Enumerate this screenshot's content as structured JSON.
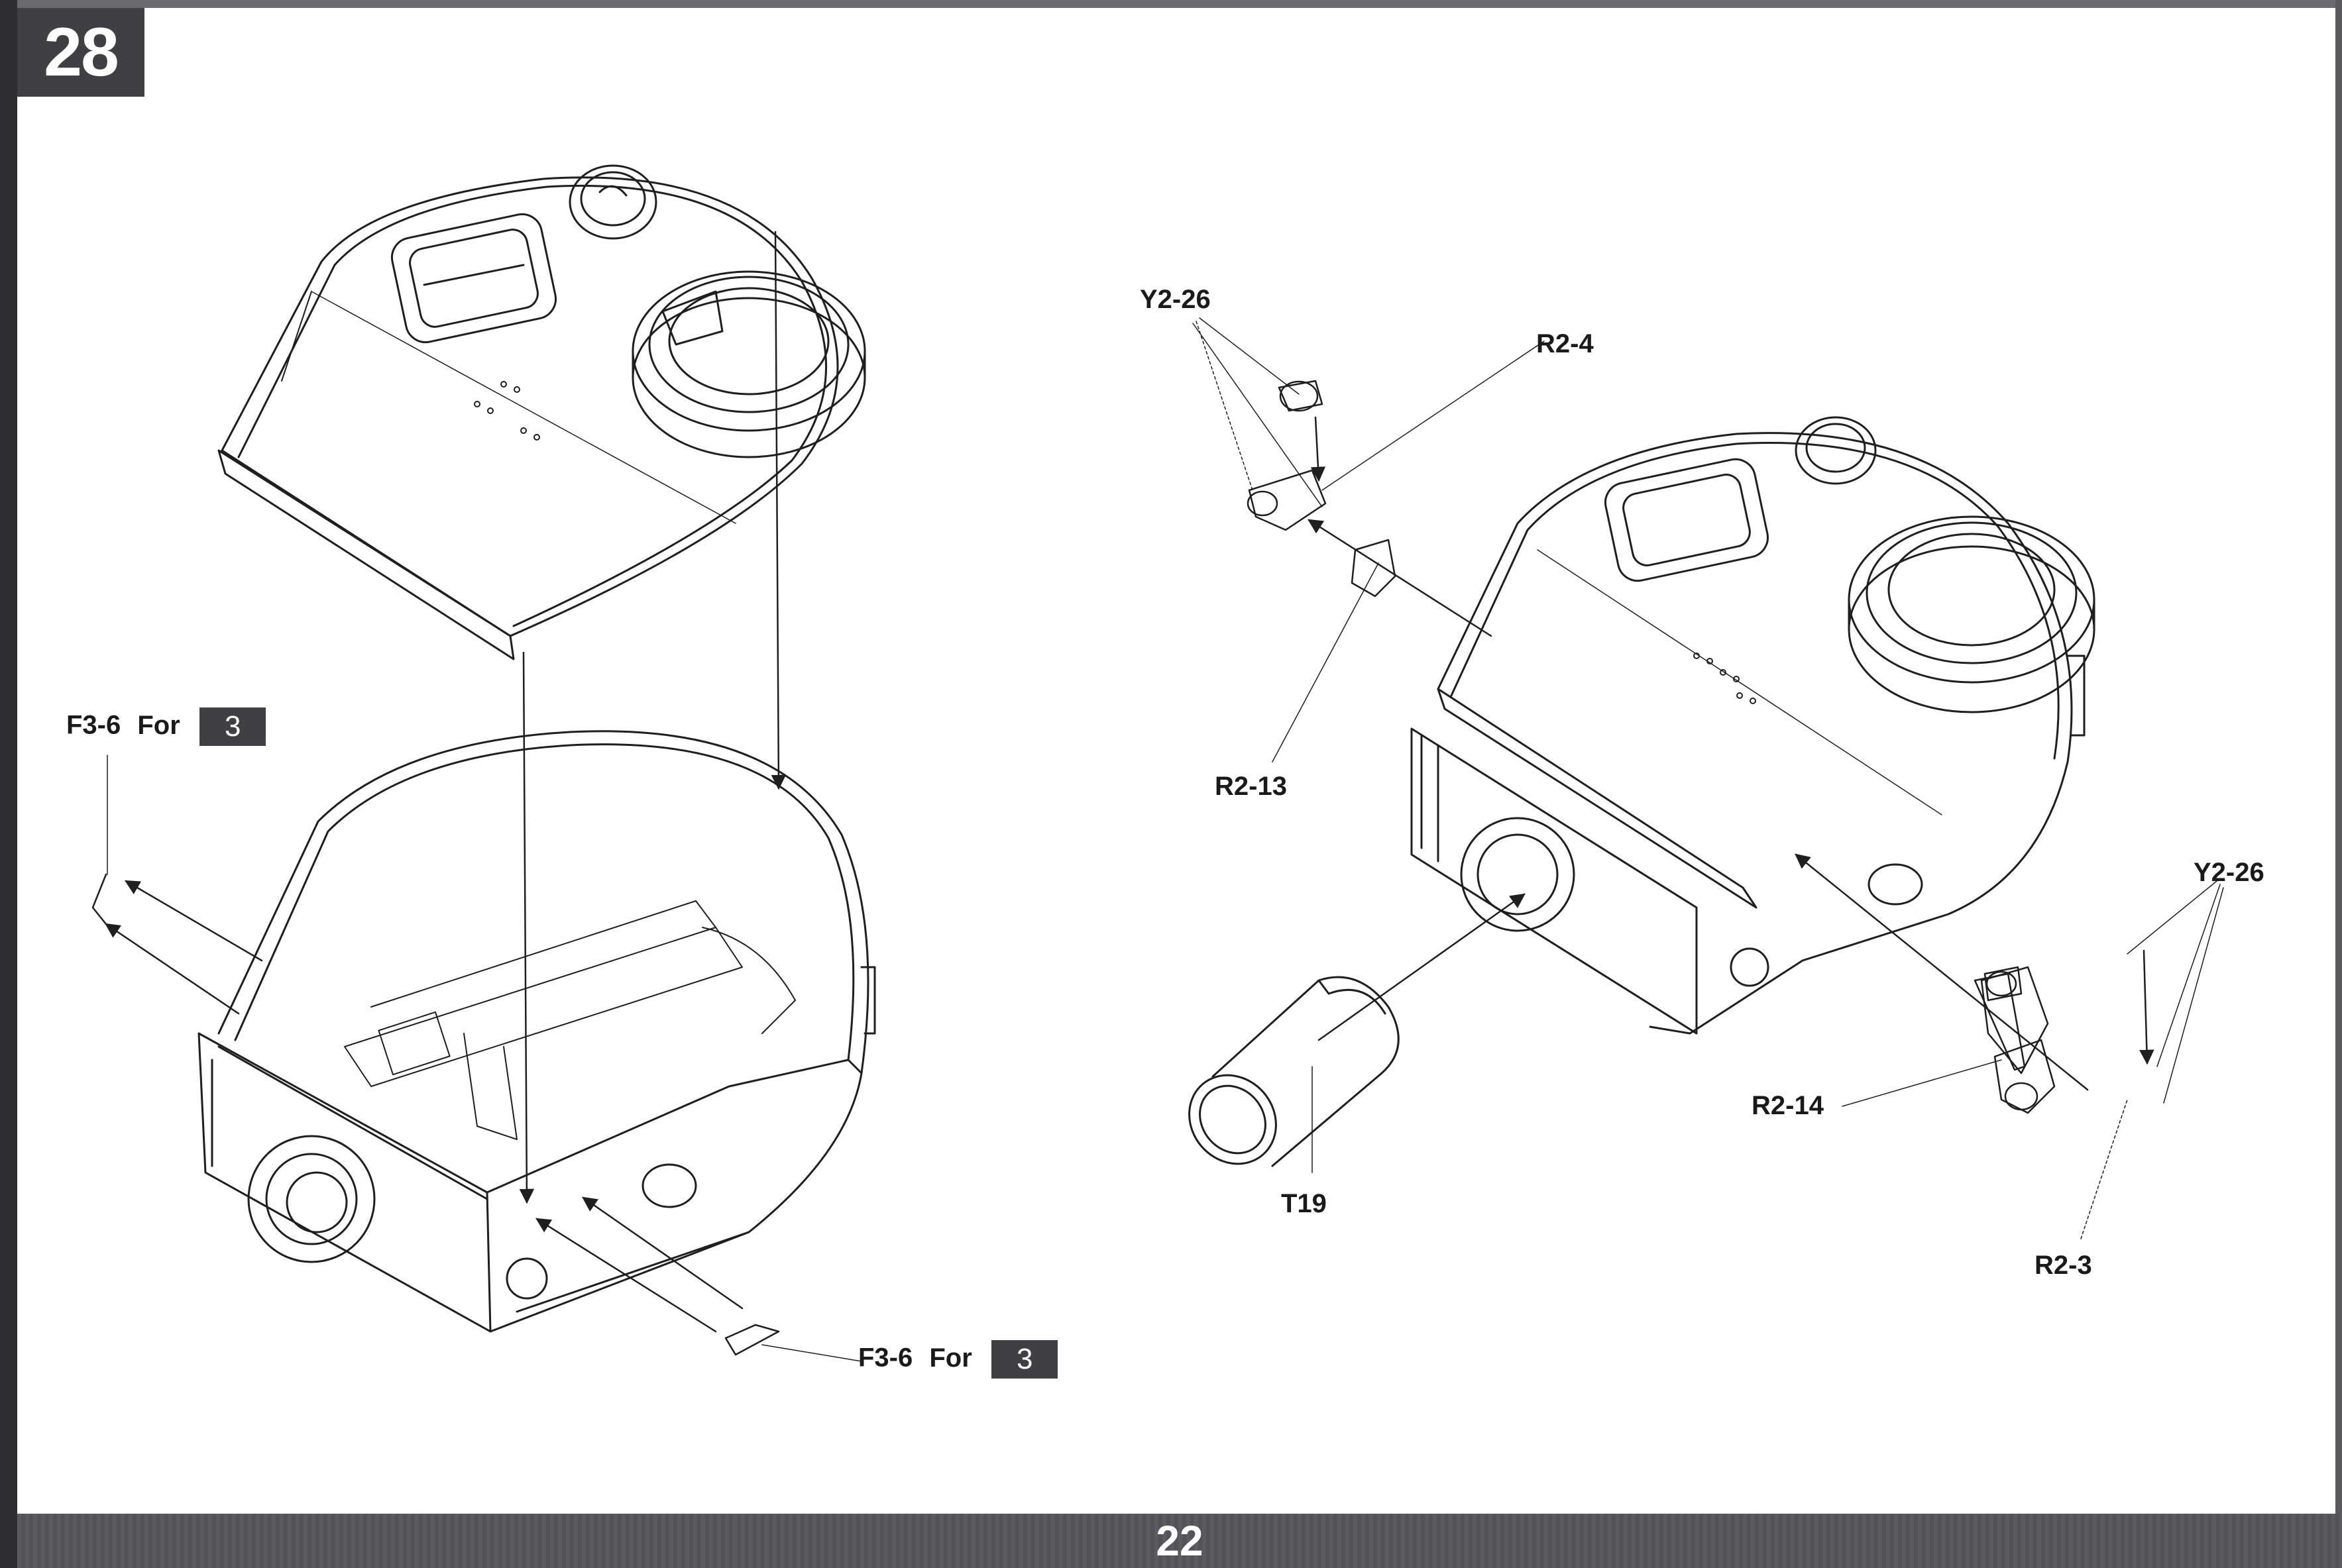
{
  "step": {
    "number": "28"
  },
  "page": {
    "number": "22"
  },
  "callouts": {
    "f3_6_top": {
      "part": "F3-6",
      "for_word": "For",
      "ref": "3"
    },
    "f3_6_bottom": {
      "part": "F3-6",
      "for_word": "For",
      "ref": "3"
    },
    "y2_26_top": "Y2-26",
    "r2_4": "R2-4",
    "r2_13": "R2-13",
    "t19": "T19",
    "y2_26_right": "Y2-26",
    "r2_14": "R2-14",
    "r2_3": "R2-3"
  },
  "colors": {
    "badge": "#404042",
    "footer": "#58585c",
    "line": "#1f1f1f"
  }
}
